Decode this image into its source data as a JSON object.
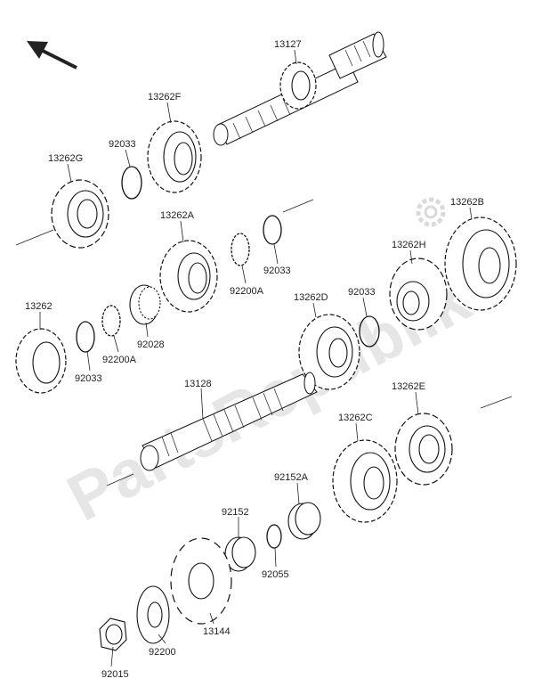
{
  "watermark": "PartsRepublik",
  "direction_arrow": "front-arrow-icon",
  "parts": [
    {
      "id": "p13127",
      "label": "13127"
    },
    {
      "id": "p13262F",
      "label": "13262F"
    },
    {
      "id": "p92033a",
      "label": "92033"
    },
    {
      "id": "p13262G",
      "label": "13262G"
    },
    {
      "id": "p13262B",
      "label": "13262B"
    },
    {
      "id": "p13262A",
      "label": "13262A"
    },
    {
      "id": "p92200Aa",
      "label": "92200A"
    },
    {
      "id": "p92033b",
      "label": "92033"
    },
    {
      "id": "p13262H",
      "label": "13262H"
    },
    {
      "id": "p13262",
      "label": "13262"
    },
    {
      "id": "p92028",
      "label": "92028"
    },
    {
      "id": "p92200Ab",
      "label": "92200A"
    },
    {
      "id": "p92033c",
      "label": "92033"
    },
    {
      "id": "p13262D",
      "label": "13262D"
    },
    {
      "id": "p92033d",
      "label": "92033"
    },
    {
      "id": "p13128",
      "label": "13128"
    },
    {
      "id": "p13262E",
      "label": "13262E"
    },
    {
      "id": "p13262C",
      "label": "13262C"
    },
    {
      "id": "p92152A",
      "label": "92152A"
    },
    {
      "id": "p92152",
      "label": "92152"
    },
    {
      "id": "p92055",
      "label": "92055"
    },
    {
      "id": "p13144",
      "label": "13144"
    },
    {
      "id": "p92200",
      "label": "92200"
    },
    {
      "id": "p92015",
      "label": "92015"
    }
  ]
}
